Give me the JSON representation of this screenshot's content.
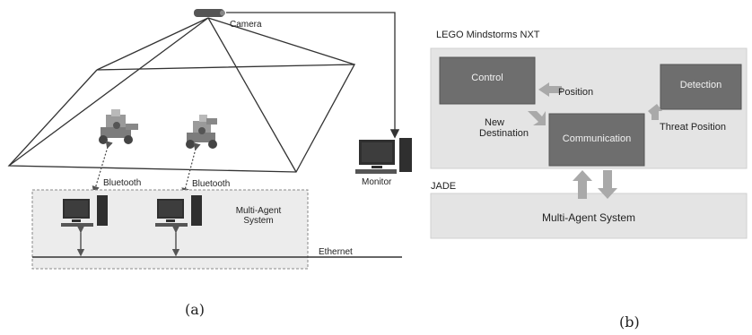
{
  "panel_a": {
    "camera_label": "Camera",
    "bluetooth_left_label": "Bluetooth",
    "bluetooth_right_label": "Bluetooth",
    "mas_label_line1": "Multi-Agent",
    "mas_label_line2": "System",
    "ethernet_label": "Ethernet",
    "monitor_label": "Monitor",
    "caption": "(a)"
  },
  "panel_b": {
    "title": "LEGO Mindstorms NXT",
    "control_label": "Control",
    "detection_label": "Detection",
    "communication_label": "Communication",
    "position_label": "Position",
    "new_destination_line1": "New",
    "new_destination_line2": "Destination",
    "threat_position_label": "Threat Position",
    "jade_label": "JADE",
    "mas_label": "Multi-Agent System",
    "caption": "(b)"
  },
  "colors": {
    "dark_box": "#6e6e6e",
    "light_panel": "#e4e4e4",
    "line": "#333333",
    "arrow_fill": "#a9a9a9"
  }
}
